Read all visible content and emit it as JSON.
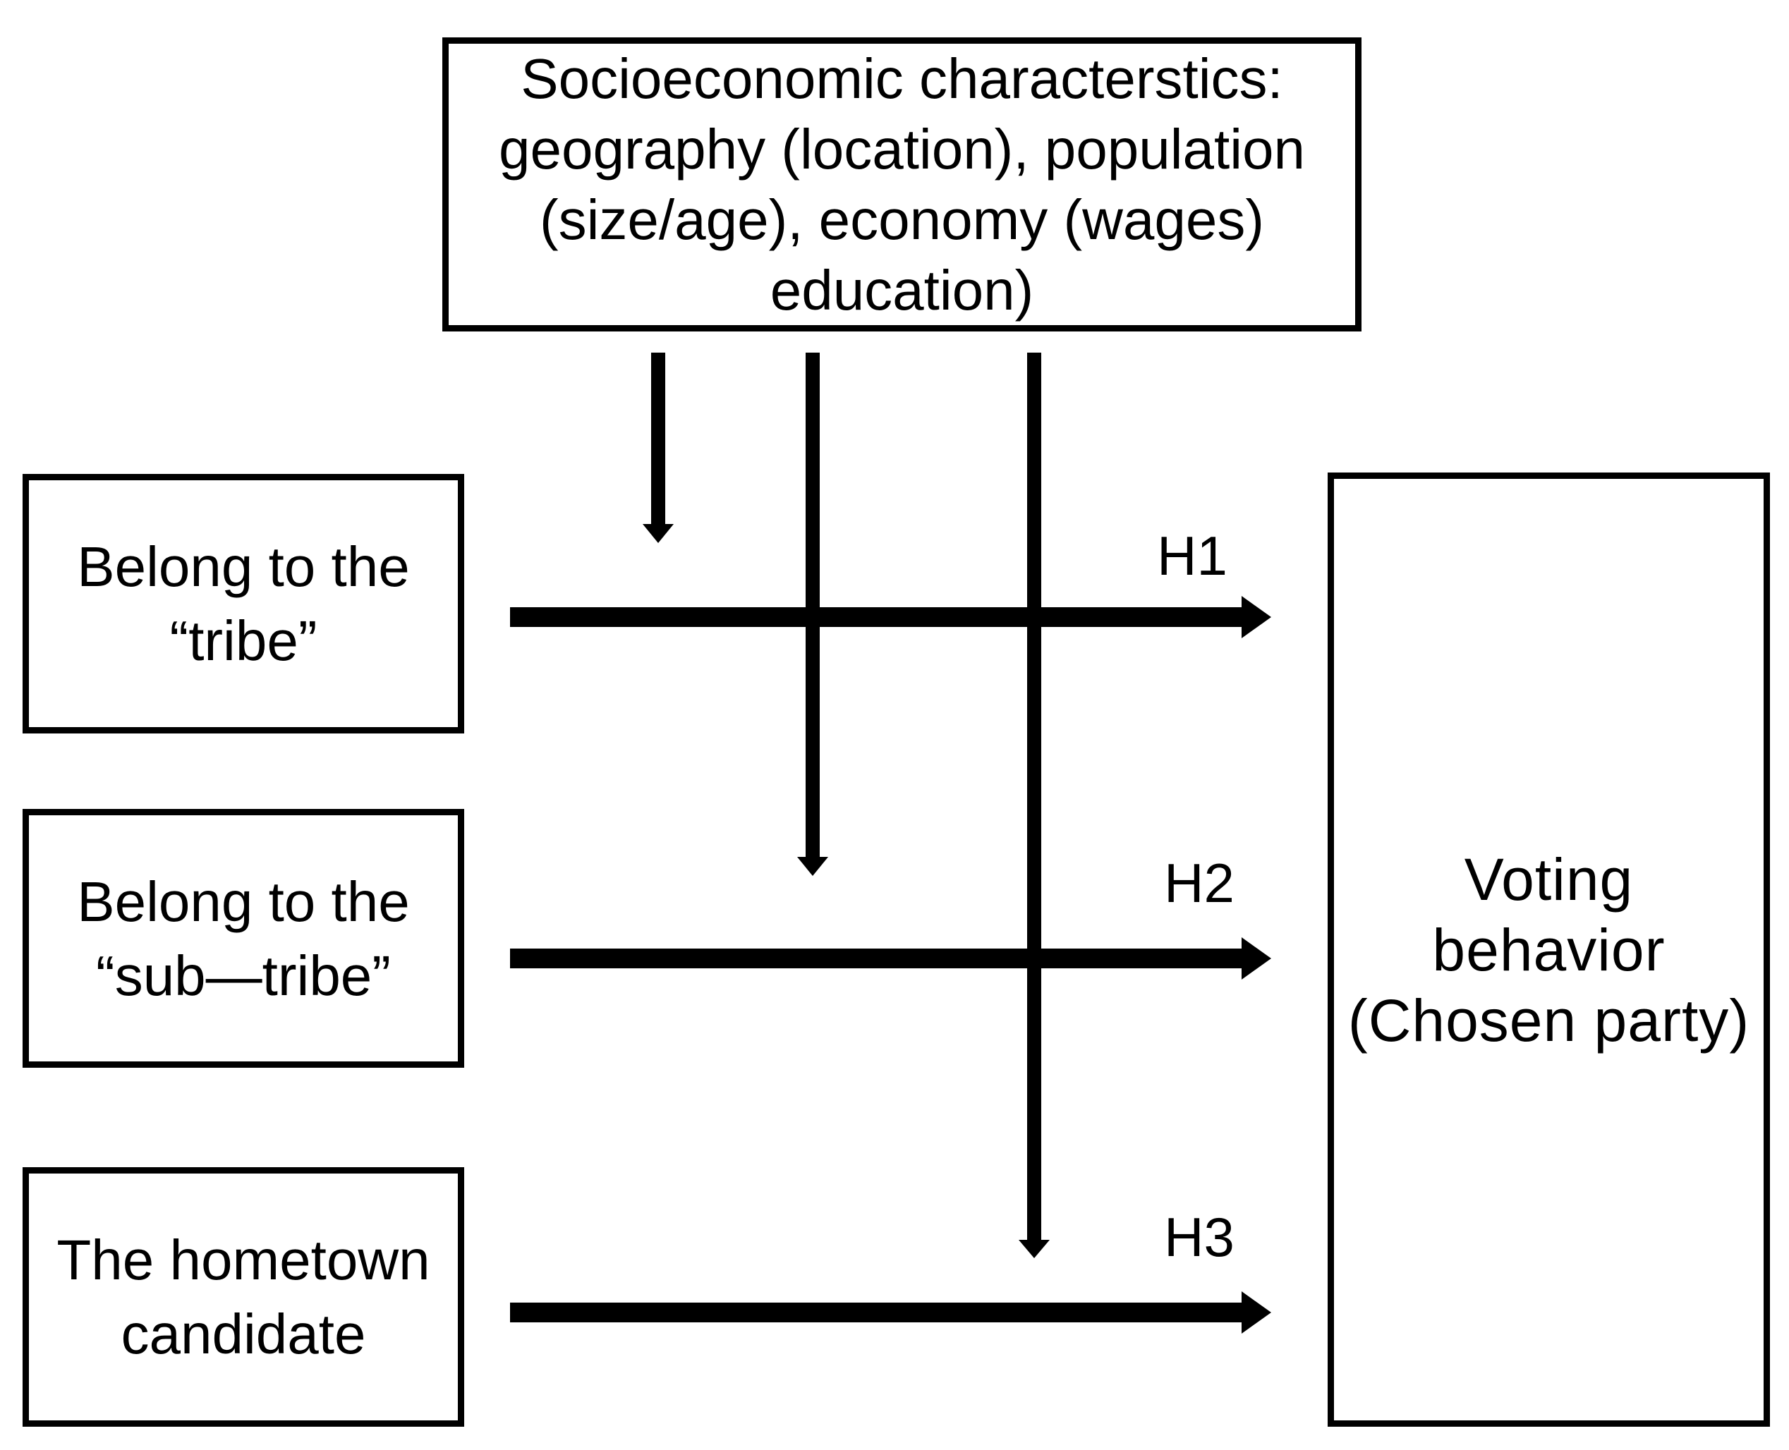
{
  "diagram": {
    "top_box": {
      "lines": [
        "Socioeconomic characterstics:",
        "geography (location), population",
        "(size/age), economy (wages)",
        "education)"
      ]
    },
    "left_boxes": [
      {
        "lines": [
          "Belong to the",
          "“tribe”"
        ]
      },
      {
        "lines": [
          "Belong to the",
          "“sub—tribe”"
        ]
      },
      {
        "lines": [
          "The hometown",
          "candidate"
        ]
      }
    ],
    "right_box": {
      "lines": [
        "Voting",
        "behavior",
        "(Chosen party)"
      ]
    },
    "arrow_labels": {
      "h1": "H1",
      "h2": "H2",
      "h3": "H3"
    },
    "colors": {
      "ink": "#000000",
      "background": "#ffffff"
    }
  }
}
